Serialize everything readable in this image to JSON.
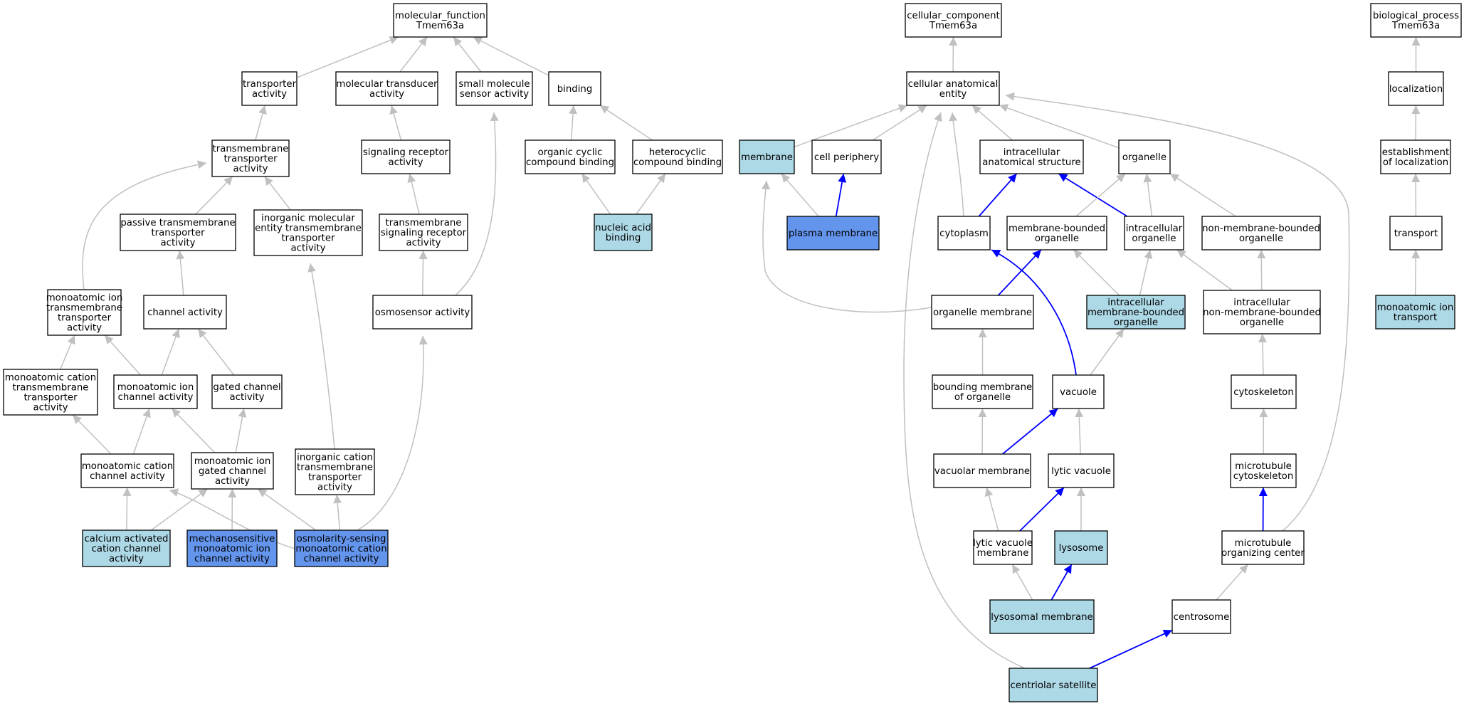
{
  "colors": {
    "plain": "#ffffff",
    "annotated_light": "#add8e6",
    "annotated_strong": "#6495ed",
    "edge_is_a": "#c0c0c0",
    "edge_part_of": "#0000ff"
  },
  "nodes": {
    "mf_root": {
      "lines": [
        "molecular_function",
        "Tmem63a"
      ],
      "fill": "plain"
    },
    "transporter_activity": {
      "lines": [
        "transporter",
        "activity"
      ],
      "fill": "plain"
    },
    "molecular_transducer": {
      "lines": [
        "molecular transducer",
        "activity"
      ],
      "fill": "plain"
    },
    "small_molecule_sensor": {
      "lines": [
        "small molecule",
        "sensor activity"
      ],
      "fill": "plain"
    },
    "binding": {
      "lines": [
        "binding"
      ],
      "fill": "plain"
    },
    "tm_transporter": {
      "lines": [
        "transmembrane",
        "transporter",
        "activity"
      ],
      "fill": "plain"
    },
    "signaling_receptor": {
      "lines": [
        "signaling receptor",
        "activity"
      ],
      "fill": "plain"
    },
    "organic_cyclic": {
      "lines": [
        "organic cyclic",
        "compound binding"
      ],
      "fill": "plain"
    },
    "heterocyclic": {
      "lines": [
        "heterocyclic",
        "compound binding"
      ],
      "fill": "plain"
    },
    "passive_tm": {
      "lines": [
        "passive transmembrane",
        "transporter",
        "activity"
      ],
      "fill": "plain"
    },
    "inorganic_molecular": {
      "lines": [
        "inorganic molecular",
        "entity transmembrane",
        "transporter",
        "activity"
      ],
      "fill": "plain"
    },
    "tm_signaling_receptor": {
      "lines": [
        "transmembrane",
        "signaling receptor",
        "activity"
      ],
      "fill": "plain"
    },
    "nucleic_acid_binding": {
      "lines": [
        "nucleic acid",
        "binding"
      ],
      "fill": "annotated_light"
    },
    "monoatomic_ion_tm": {
      "lines": [
        "monoatomic ion",
        "transmembrane",
        "transporter",
        "activity"
      ],
      "fill": "plain"
    },
    "channel_activity": {
      "lines": [
        "channel activity"
      ],
      "fill": "plain"
    },
    "osmosensor": {
      "lines": [
        "osmosensor activity"
      ],
      "fill": "plain"
    },
    "monoatomic_cation_tm": {
      "lines": [
        "monoatomic cation",
        "transmembrane",
        "transporter",
        "activity"
      ],
      "fill": "plain"
    },
    "monoatomic_ion_channel": {
      "lines": [
        "monoatomic ion",
        "channel activity"
      ],
      "fill": "plain"
    },
    "gated_channel": {
      "lines": [
        "gated channel",
        "activity"
      ],
      "fill": "plain"
    },
    "monoatomic_cation_channel": {
      "lines": [
        "monoatomic cation",
        "channel activity"
      ],
      "fill": "plain"
    },
    "monoatomic_ion_gated": {
      "lines": [
        "monoatomic ion",
        "gated channel",
        "activity"
      ],
      "fill": "plain"
    },
    "inorganic_cation_tm": {
      "lines": [
        "inorganic cation",
        "transmembrane",
        "transporter",
        "activity"
      ],
      "fill": "plain"
    },
    "calcium_activated": {
      "lines": [
        "calcium activated",
        "cation channel",
        "activity"
      ],
      "fill": "annotated_light"
    },
    "mechanosensitive": {
      "lines": [
        "mechanosensitive",
        "monoatomic ion",
        "channel activity"
      ],
      "fill": "annotated_strong"
    },
    "osmolarity_sensing": {
      "lines": [
        "osmolarity-sensing",
        "monoatomic cation",
        "channel activity"
      ],
      "fill": "annotated_strong"
    },
    "cc_root": {
      "lines": [
        "cellular_component",
        "Tmem63a"
      ],
      "fill": "plain"
    },
    "cellular_anatomical": {
      "lines": [
        "cellular anatomical",
        "entity"
      ],
      "fill": "plain"
    },
    "membrane": {
      "lines": [
        "membrane"
      ],
      "fill": "annotated_light"
    },
    "cell_periphery": {
      "lines": [
        "cell periphery"
      ],
      "fill": "plain"
    },
    "intracellular_anatomical": {
      "lines": [
        "intracellular",
        "anatomical structure"
      ],
      "fill": "plain"
    },
    "organelle": {
      "lines": [
        "organelle"
      ],
      "fill": "plain"
    },
    "plasma_membrane": {
      "lines": [
        "plasma membrane"
      ],
      "fill": "annotated_strong"
    },
    "cytoplasm": {
      "lines": [
        "cytoplasm"
      ],
      "fill": "plain"
    },
    "membrane_bounded": {
      "lines": [
        "membrane-bounded",
        "organelle"
      ],
      "fill": "plain"
    },
    "intracellular_organelle": {
      "lines": [
        "intracellular",
        "organelle"
      ],
      "fill": "plain"
    },
    "non_membrane_bounded": {
      "lines": [
        "non-membrane-bounded",
        "organelle"
      ],
      "fill": "plain"
    },
    "organelle_membrane": {
      "lines": [
        "organelle membrane"
      ],
      "fill": "plain"
    },
    "intracellular_mb": {
      "lines": [
        "intracellular",
        "membrane-bounded",
        "organelle"
      ],
      "fill": "annotated_light"
    },
    "intracellular_nmb": {
      "lines": [
        "intracellular",
        "non-membrane-bounded",
        "organelle"
      ],
      "fill": "plain"
    },
    "bounding_membrane": {
      "lines": [
        "bounding membrane",
        "of organelle"
      ],
      "fill": "plain"
    },
    "vacuole": {
      "lines": [
        "vacuole"
      ],
      "fill": "plain"
    },
    "cytoskeleton": {
      "lines": [
        "cytoskeleton"
      ],
      "fill": "plain"
    },
    "vacuolar_membrane": {
      "lines": [
        "vacuolar membrane"
      ],
      "fill": "plain"
    },
    "lytic_vacuole": {
      "lines": [
        "lytic vacuole"
      ],
      "fill": "plain"
    },
    "microtubule_cytoskeleton": {
      "lines": [
        "microtubule",
        "cytoskeleton"
      ],
      "fill": "plain"
    },
    "lytic_vacuole_membrane": {
      "lines": [
        "lytic vacuole",
        "membrane"
      ],
      "fill": "plain"
    },
    "lysosome": {
      "lines": [
        "lysosome"
      ],
      "fill": "annotated_light"
    },
    "mtoc": {
      "lines": [
        "microtubule",
        "organizing center"
      ],
      "fill": "plain"
    },
    "lysosomal_membrane": {
      "lines": [
        "lysosomal membrane"
      ],
      "fill": "annotated_light"
    },
    "centrosome": {
      "lines": [
        "centrosome"
      ],
      "fill": "plain"
    },
    "centriolar_satellite": {
      "lines": [
        "centriolar satellite"
      ],
      "fill": "annotated_light"
    },
    "bp_root": {
      "lines": [
        "biological_process",
        "Tmem63a"
      ],
      "fill": "plain"
    },
    "localization": {
      "lines": [
        "localization"
      ],
      "fill": "plain"
    },
    "establishment_localization": {
      "lines": [
        "establishment",
        "of localization"
      ],
      "fill": "plain"
    },
    "transport": {
      "lines": [
        "transport"
      ],
      "fill": "plain"
    },
    "monoatomic_ion_transport": {
      "lines": [
        "monoatomic ion",
        "transport"
      ],
      "fill": "annotated_light"
    }
  },
  "edges": [
    {
      "from": "transporter_activity",
      "to": "mf_root",
      "type": "is_a"
    },
    {
      "from": "molecular_transducer",
      "to": "mf_root",
      "type": "is_a"
    },
    {
      "from": "small_molecule_sensor",
      "to": "mf_root",
      "type": "is_a"
    },
    {
      "from": "binding",
      "to": "mf_root",
      "type": "is_a"
    },
    {
      "from": "tm_transporter",
      "to": "transporter_activity",
      "type": "is_a"
    },
    {
      "from": "signaling_receptor",
      "to": "molecular_transducer",
      "type": "is_a"
    },
    {
      "from": "organic_cyclic",
      "to": "binding",
      "type": "is_a"
    },
    {
      "from": "heterocyclic",
      "to": "binding",
      "type": "is_a"
    },
    {
      "from": "passive_tm",
      "to": "tm_transporter",
      "type": "is_a"
    },
    {
      "from": "inorganic_molecular",
      "to": "tm_transporter",
      "type": "is_a"
    },
    {
      "from": "monoatomic_ion_tm",
      "to": "tm_transporter",
      "type": "is_a"
    },
    {
      "from": "tm_signaling_receptor",
      "to": "signaling_receptor",
      "type": "is_a"
    },
    {
      "from": "nucleic_acid_binding",
      "to": "organic_cyclic",
      "type": "is_a"
    },
    {
      "from": "nucleic_acid_binding",
      "to": "heterocyclic",
      "type": "is_a"
    },
    {
      "from": "channel_activity",
      "to": "passive_tm",
      "type": "is_a"
    },
    {
      "from": "osmosensor",
      "to": "tm_signaling_receptor",
      "type": "is_a"
    },
    {
      "from": "osmosensor",
      "to": "small_molecule_sensor",
      "type": "is_a"
    },
    {
      "from": "monoatomic_cation_tm",
      "to": "monoatomic_ion_tm",
      "type": "is_a"
    },
    {
      "from": "monoatomic_ion_channel",
      "to": "monoatomic_ion_tm",
      "type": "is_a"
    },
    {
      "from": "monoatomic_ion_channel",
      "to": "channel_activity",
      "type": "is_a"
    },
    {
      "from": "gated_channel",
      "to": "channel_activity",
      "type": "is_a"
    },
    {
      "from": "monoatomic_cation_channel",
      "to": "monoatomic_cation_tm",
      "type": "is_a"
    },
    {
      "from": "monoatomic_cation_channel",
      "to": "monoatomic_ion_channel",
      "type": "is_a"
    },
    {
      "from": "monoatomic_ion_gated",
      "to": "monoatomic_ion_channel",
      "type": "is_a"
    },
    {
      "from": "monoatomic_ion_gated",
      "to": "gated_channel",
      "type": "is_a"
    },
    {
      "from": "inorganic_cation_tm",
      "to": "inorganic_molecular",
      "type": "is_a"
    },
    {
      "from": "calcium_activated",
      "to": "monoatomic_cation_channel",
      "type": "is_a"
    },
    {
      "from": "calcium_activated",
      "to": "monoatomic_ion_gated",
      "type": "is_a"
    },
    {
      "from": "mechanosensitive",
      "to": "monoatomic_ion_gated",
      "type": "is_a"
    },
    {
      "from": "osmolarity_sensing",
      "to": "monoatomic_cation_channel",
      "type": "is_a"
    },
    {
      "from": "osmolarity_sensing",
      "to": "monoatomic_ion_gated",
      "type": "is_a"
    },
    {
      "from": "osmolarity_sensing",
      "to": "inorganic_cation_tm",
      "type": "is_a"
    },
    {
      "from": "osmolarity_sensing",
      "to": "osmosensor",
      "type": "is_a"
    },
    {
      "from": "cellular_anatomical",
      "to": "cc_root",
      "type": "is_a"
    },
    {
      "from": "membrane",
      "to": "cellular_anatomical",
      "type": "is_a"
    },
    {
      "from": "cell_periphery",
      "to": "cellular_anatomical",
      "type": "is_a"
    },
    {
      "from": "intracellular_anatomical",
      "to": "cellular_anatomical",
      "type": "is_a"
    },
    {
      "from": "organelle",
      "to": "cellular_anatomical",
      "type": "is_a"
    },
    {
      "from": "cytoplasm",
      "to": "cellular_anatomical",
      "type": "is_a"
    },
    {
      "from": "plasma_membrane",
      "to": "membrane",
      "type": "is_a"
    },
    {
      "from": "plasma_membrane",
      "to": "cell_periphery",
      "type": "part_of"
    },
    {
      "from": "cytoplasm",
      "to": "intracellular_anatomical",
      "type": "part_of"
    },
    {
      "from": "intracellular_organelle",
      "to": "intracellular_anatomical",
      "type": "part_of"
    },
    {
      "from": "membrane_bounded",
      "to": "organelle",
      "type": "is_a"
    },
    {
      "from": "intracellular_organelle",
      "to": "organelle",
      "type": "is_a"
    },
    {
      "from": "non_membrane_bounded",
      "to": "organelle",
      "type": "is_a"
    },
    {
      "from": "organelle_membrane",
      "to": "membrane",
      "type": "is_a"
    },
    {
      "from": "organelle_membrane",
      "to": "membrane_bounded",
      "type": "part_of"
    },
    {
      "from": "intracellular_mb",
      "to": "membrane_bounded",
      "type": "is_a"
    },
    {
      "from": "intracellular_mb",
      "to": "intracellular_organelle",
      "type": "is_a"
    },
    {
      "from": "intracellular_nmb",
      "to": "intracellular_organelle",
      "type": "is_a"
    },
    {
      "from": "intracellular_nmb",
      "to": "non_membrane_bounded",
      "type": "is_a"
    },
    {
      "from": "bounding_membrane",
      "to": "organelle_membrane",
      "type": "is_a"
    },
    {
      "from": "vacuole",
      "to": "intracellular_mb",
      "type": "is_a"
    },
    {
      "from": "vacuole",
      "to": "cytoplasm",
      "type": "part_of"
    },
    {
      "from": "cytoskeleton",
      "to": "intracellular_nmb",
      "type": "is_a"
    },
    {
      "from": "vacuolar_membrane",
      "to": "bounding_membrane",
      "type": "is_a"
    },
    {
      "from": "vacuolar_membrane",
      "to": "vacuole",
      "type": "part_of"
    },
    {
      "from": "lytic_vacuole",
      "to": "vacuole",
      "type": "is_a"
    },
    {
      "from": "microtubule_cytoskeleton",
      "to": "cytoskeleton",
      "type": "is_a"
    },
    {
      "from": "lytic_vacuole_membrane",
      "to": "vacuolar_membrane",
      "type": "is_a"
    },
    {
      "from": "lytic_vacuole_membrane",
      "to": "lytic_vacuole",
      "type": "part_of"
    },
    {
      "from": "lysosome",
      "to": "lytic_vacuole",
      "type": "is_a"
    },
    {
      "from": "mtoc",
      "to": "microtubule_cytoskeleton",
      "type": "part_of"
    },
    {
      "from": "mtoc",
      "to": "cellular_anatomical",
      "type": "is_a"
    },
    {
      "from": "lysosomal_membrane",
      "to": "lytic_vacuole_membrane",
      "type": "is_a"
    },
    {
      "from": "lysosomal_membrane",
      "to": "lysosome",
      "type": "part_of"
    },
    {
      "from": "centrosome",
      "to": "mtoc",
      "type": "is_a"
    },
    {
      "from": "centriolar_satellite",
      "to": "centrosome",
      "type": "part_of"
    },
    {
      "from": "centriolar_satellite",
      "to": "cellular_anatomical",
      "type": "is_a"
    },
    {
      "from": "localization",
      "to": "bp_root",
      "type": "is_a"
    },
    {
      "from": "establishment_localization",
      "to": "localization",
      "type": "is_a"
    },
    {
      "from": "transport",
      "to": "establishment_localization",
      "type": "is_a"
    },
    {
      "from": "monoatomic_ion_transport",
      "to": "transport",
      "type": "is_a"
    }
  ]
}
